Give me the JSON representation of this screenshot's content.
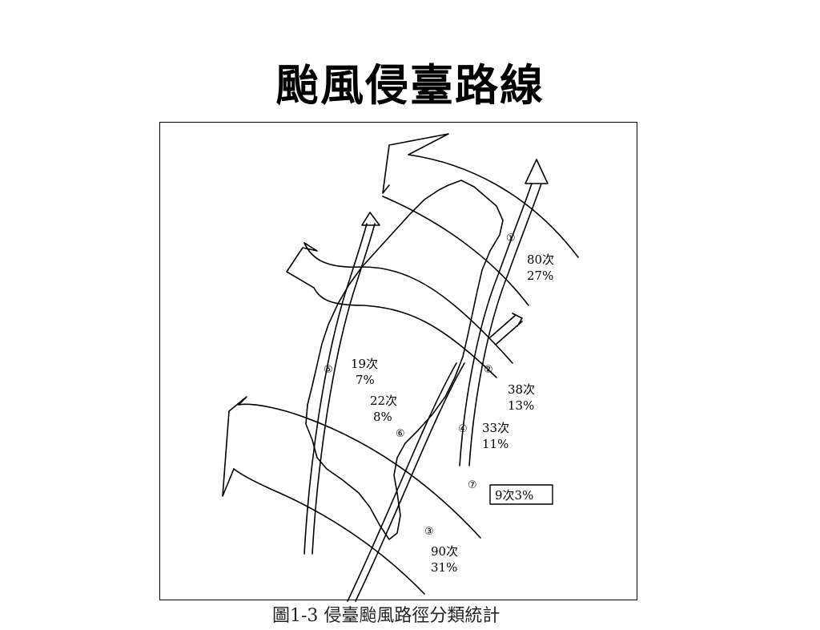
{
  "title": "颱風侵臺路線",
  "routes": [
    {
      "id": "1",
      "marker": "①",
      "count": "80次",
      "percent": "27%"
    },
    {
      "id": "2",
      "marker": "②",
      "count": "38次",
      "percent": "13%"
    },
    {
      "id": "3",
      "marker": "③",
      "count": "90次",
      "percent": "31%"
    },
    {
      "id": "4",
      "marker": "④",
      "count": "33次",
      "percent": "11%"
    },
    {
      "id": "5",
      "marker": "⑤",
      "count": "19次",
      "percent": "7%"
    },
    {
      "id": "6",
      "marker": "⑥",
      "count": "22次",
      "percent": "8%"
    },
    {
      "id": "7",
      "marker": "⑦",
      "boxed_label": "9次3%"
    }
  ],
  "caption": "圖1-3 侵臺颱風路徑分類統計"
}
